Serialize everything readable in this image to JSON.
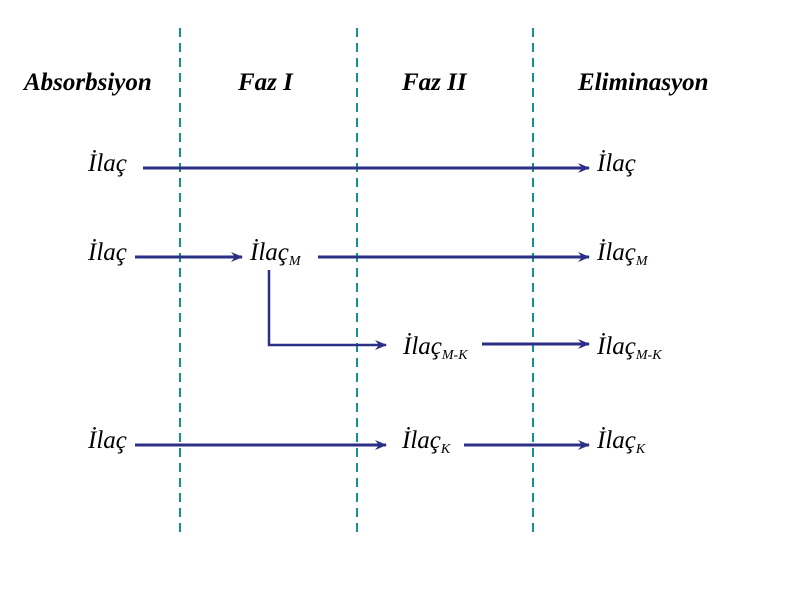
{
  "headers": {
    "absorption": "Absorbsiyon",
    "phase1": "Faz I",
    "phase2": "Faz II",
    "elimination": "Eliminasyon"
  },
  "drug": "İlaç",
  "subscripts": {
    "metabolite": "M",
    "metabolite_conjugate": "M-K",
    "conjugate": "K"
  },
  "colors": {
    "arrow": "#2b2f86",
    "divider": "#14928e"
  }
}
